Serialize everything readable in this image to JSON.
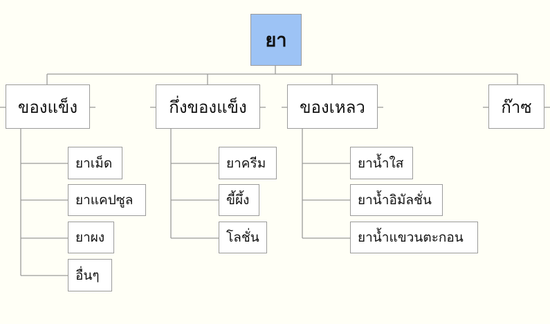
{
  "root": {
    "label": "ยา",
    "color": "#9dc3f5"
  },
  "line_color": "#9a9a9a",
  "categories": [
    {
      "label": "ของแข็ง",
      "items": [
        "ยาเม็ด",
        "ยาแคปซูล",
        "ยาผง",
        "อื่นๆ"
      ]
    },
    {
      "label": "กึ่งของแข็ง",
      "items": [
        "ยาครีม",
        "ขี้ผึ้ง",
        "โลชั่น"
      ]
    },
    {
      "label": "ของเหลว",
      "items": [
        "ยาน้ำใส",
        "ยาน้ำอิมัลชั่น",
        "ยาน้ำแขวนตะกอน"
      ]
    },
    {
      "label": "ก๊าซ",
      "items": []
    }
  ]
}
